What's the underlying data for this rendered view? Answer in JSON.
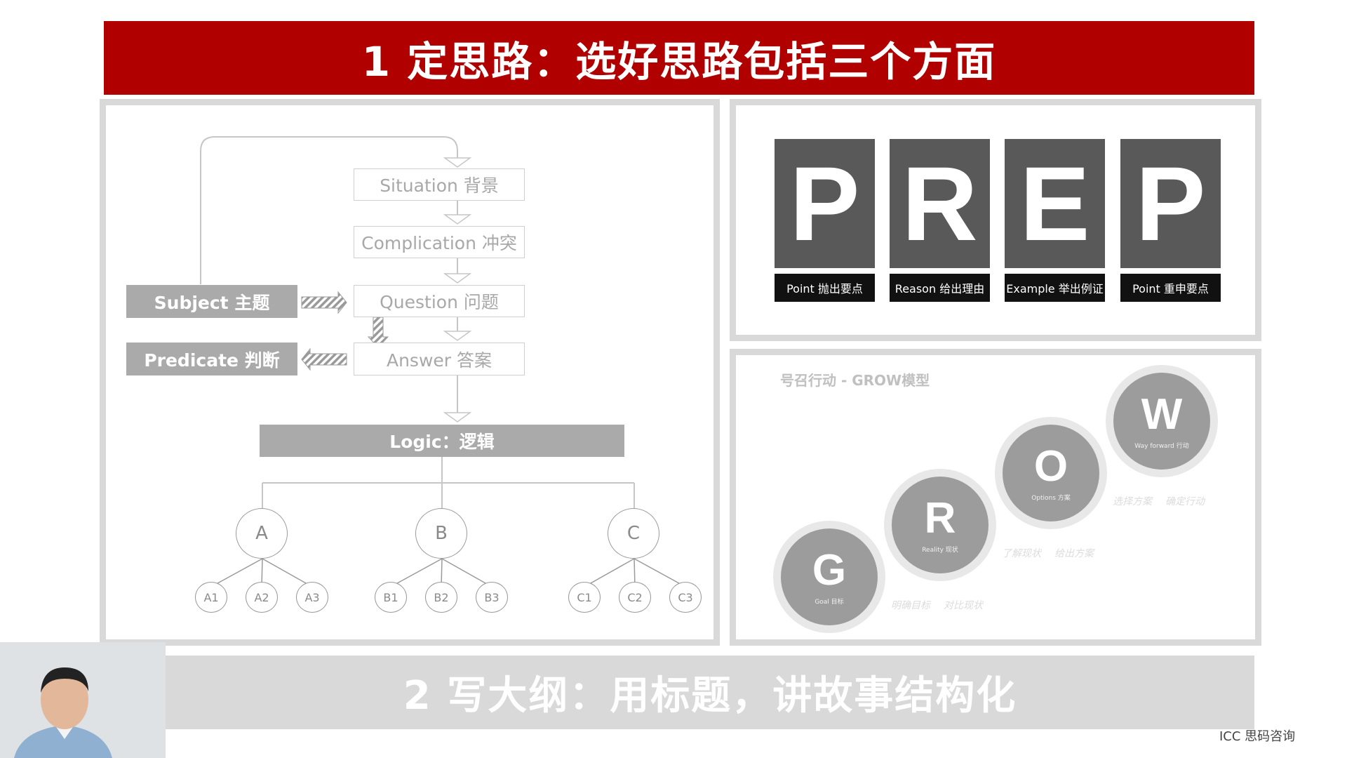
{
  "title": "1 定思路：选好思路包括三个方面",
  "scqa": {
    "situation": "Situation 背景",
    "complication": "Complication 冲突",
    "question": "Question 问题",
    "answer": "Answer 答案",
    "subject": "Subject 主题",
    "predicate": "Predicate 判断",
    "logic": "Logic：逻辑",
    "tree": {
      "A": {
        "label": "A",
        "children": [
          "A1",
          "A2",
          "A3"
        ]
      },
      "B": {
        "label": "B",
        "children": [
          "B1",
          "B2",
          "B3"
        ]
      },
      "C": {
        "label": "C",
        "children": [
          "C1",
          "C2",
          "C3"
        ]
      }
    }
  },
  "prep": [
    {
      "letter": "P",
      "label": "Point  抛出要点"
    },
    {
      "letter": "R",
      "label": "Reason 给出理由"
    },
    {
      "letter": "E",
      "label": "Example 举出例证"
    },
    {
      "letter": "P",
      "label": "Point 重申要点"
    }
  ],
  "grow": {
    "title": "号召行动 - GROW模型",
    "items": [
      {
        "letter": "G",
        "sub": "Goal 目标",
        "txt1": "明确目标",
        "txt2": "对比现状"
      },
      {
        "letter": "R",
        "sub": "Reality 现状",
        "txt1": "了解现状",
        "txt2": "给出方案"
      },
      {
        "letter": "O",
        "sub": "Options 方案",
        "txt1": "选择方案",
        "txt2": "确定行动"
      },
      {
        "letter": "W",
        "sub": "Way forward 行动"
      }
    ]
  },
  "section2": "2 写大纲：用标题，讲故事结构化",
  "watermark": "ICC 思码咨询"
}
